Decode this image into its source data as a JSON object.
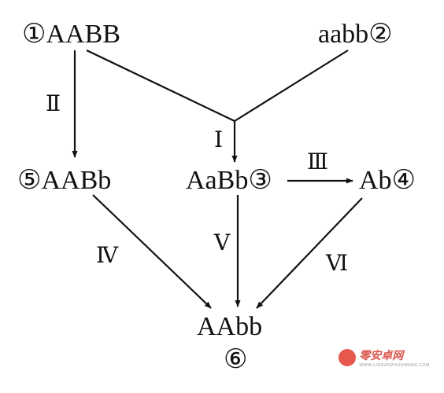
{
  "nodes": {
    "n1": "①AABB",
    "n2": "aabb②",
    "n3": "AaBb③",
    "n4": "Ab④",
    "n5": "⑤AABb",
    "n6_top": "AAbb",
    "n6_bottom": "⑥"
  },
  "steps": {
    "I": "Ⅰ",
    "II": "Ⅱ",
    "III": "Ⅲ",
    "IV": "Ⅳ",
    "V": "Ⅴ",
    "VI": "Ⅵ"
  },
  "watermark": {
    "text": "零安卓网",
    "subtext": "WWW.LINGANZHUOWANG.COM"
  },
  "colors": {
    "line": "#111111",
    "watermark": "#d43a2f"
  }
}
